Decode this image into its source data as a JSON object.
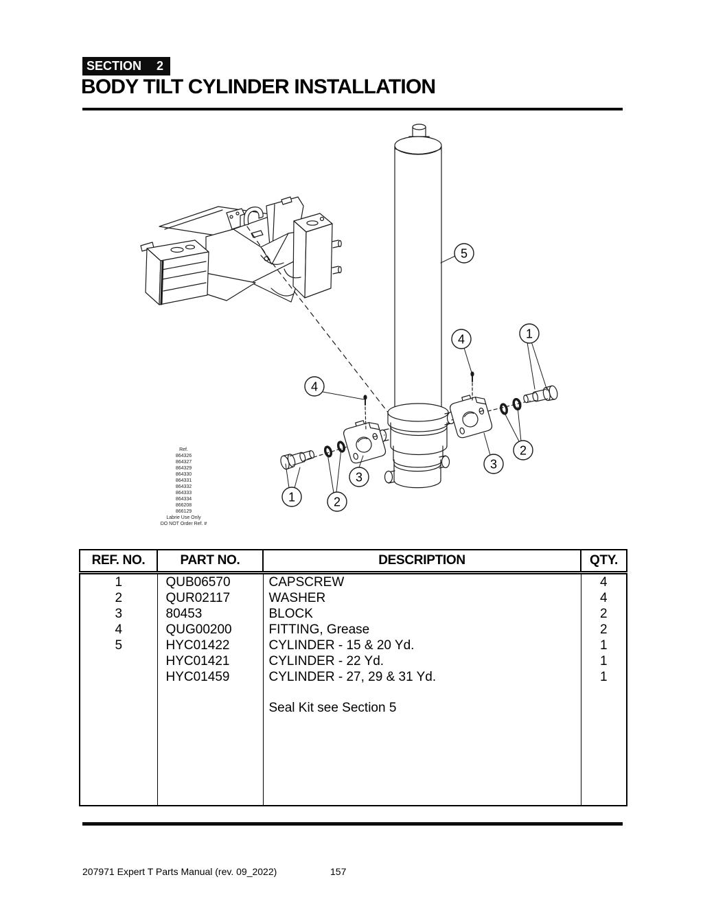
{
  "header": {
    "section_label": "SECTION",
    "section_number": "2",
    "title": "BODY TILT CYLINDER INSTALLATION"
  },
  "diagram": {
    "callout_labels": {
      "c1": "1",
      "c2": "2",
      "c3": "3",
      "c4": "4",
      "c5": "5"
    },
    "ref_block": "Ref.\n864326\n864327\n864329\n864330\n864331\n864332\n864333\n864334\n866208\n866129\nLabrie Use Only\nDO NOT Order Ref. #"
  },
  "parts_table": {
    "columns": {
      "ref": "REF. NO.",
      "part": "PART NO.",
      "desc": "DESCRIPTION",
      "qty": "QTY."
    },
    "rows": [
      {
        "ref": "1",
        "part": "QUB06570",
        "desc": "CAPSCREW",
        "qty": "4"
      },
      {
        "ref": "2",
        "part": "QUR02117",
        "desc": "WASHER",
        "qty": "4"
      },
      {
        "ref": "3",
        "part": "80453",
        "desc": "BLOCK",
        "qty": "2"
      },
      {
        "ref": "4",
        "part": "QUG00200",
        "desc": "FITTING, Grease",
        "qty": "2"
      },
      {
        "ref": "5",
        "part": "HYC01422",
        "desc": "CYLINDER - 15 & 20 Yd.",
        "qty": "1"
      },
      {
        "ref": "",
        "part": "HYC01421",
        "desc": "CYLINDER - 22 Yd.",
        "qty": "1"
      },
      {
        "ref": "",
        "part": "HYC01459",
        "desc": "CYLINDER - 27, 29 & 31 Yd.",
        "qty": "1"
      },
      {
        "ref": "",
        "part": "",
        "desc": "Seal Kit see Section 5",
        "qty": ""
      }
    ]
  },
  "footer": {
    "manual": "207971 Expert T Parts Manual (rev. 09_2022)",
    "page": "157"
  }
}
